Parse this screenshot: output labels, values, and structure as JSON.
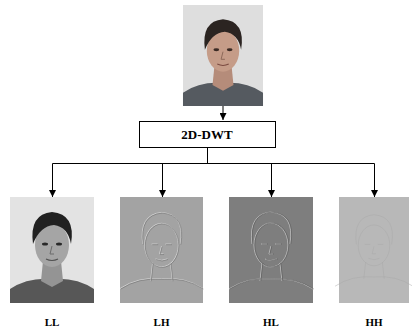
{
  "diagram": {
    "nodes": [
      {
        "text": [
          "2D-DWT"
        ]
      },
      {
        "text": [
          "LL"
        ]
      },
      {
        "text": [
          "LH"
        ]
      },
      {
        "text": [
          "HL"
        ]
      },
      {
        "text": [
          "HH"
        ]
      }
    ],
    "edges": [
      {
        "from": 0,
        "to": 1,
        "arrow": "to"
      },
      {
        "from": 0,
        "to": 2,
        "arrow": "to"
      },
      {
        "from": 0,
        "to": 3,
        "arrow": "to"
      },
      {
        "from": 0,
        "to": 4,
        "arrow": "to"
      }
    ]
  }
}
